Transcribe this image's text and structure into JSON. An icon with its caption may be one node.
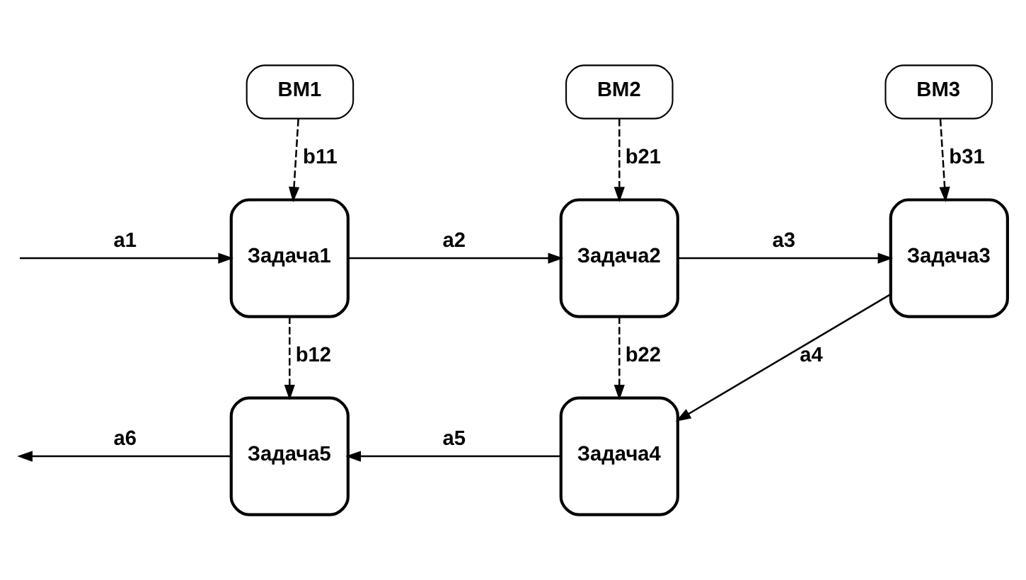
{
  "diagram": {
    "nodes": [
      {
        "text": [
          "ВМ1"
        ]
      },
      {
        "text": [
          "ВМ2"
        ]
      },
      {
        "text": [
          "ВМ3"
        ]
      },
      {
        "text": [
          "Задача1"
        ]
      },
      {
        "text": [
          "Задача2"
        ]
      },
      {
        "text": [
          "Задача3"
        ]
      },
      {
        "text": [
          "Задача5"
        ]
      },
      {
        "text": [
          "Задача4"
        ]
      }
    ],
    "edges": [
      {
        "from": null,
        "to": 3,
        "arrow": "to",
        "label": "a1"
      },
      {
        "from": 3,
        "to": 4,
        "arrow": "to",
        "label": "a2"
      },
      {
        "from": 4,
        "to": 5,
        "arrow": "to",
        "label": "a3"
      },
      {
        "from": 5,
        "to": 7,
        "arrow": "to",
        "label": "a4"
      },
      {
        "from": 7,
        "to": 6,
        "arrow": "to",
        "label": "a5"
      },
      {
        "from": 6,
        "to": null,
        "arrow": "to",
        "label": "a6"
      },
      {
        "from": 0,
        "to": 3,
        "arrow": "to",
        "label": "b11",
        "style": "dashed"
      },
      {
        "from": 1,
        "to": 4,
        "arrow": "to",
        "label": "b21",
        "style": "dashed"
      },
      {
        "from": 2,
        "to": 5,
        "arrow": "to",
        "label": "b31",
        "style": "dashed"
      },
      {
        "from": 3,
        "to": 6,
        "arrow": "to",
        "label": "b12",
        "style": "dashed"
      },
      {
        "from": 4,
        "to": 7,
        "arrow": "to",
        "label": "b22",
        "style": "dashed"
      }
    ]
  }
}
